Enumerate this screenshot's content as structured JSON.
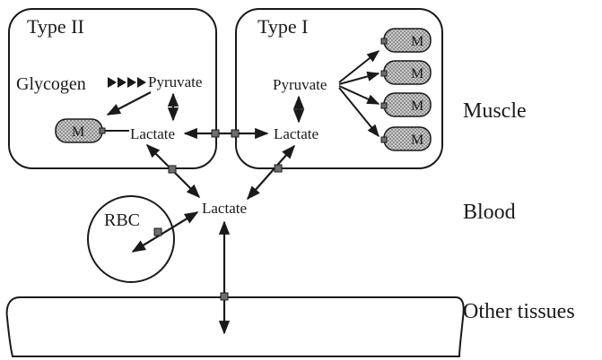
{
  "type2": {
    "title": "Type II",
    "glycogen": "Glycogen",
    "pyruvate": "Pyruvate",
    "lactate": "Lactate",
    "mito": "M"
  },
  "type1": {
    "title": "Type I",
    "pyruvate": "Pyruvate",
    "lactate": "Lactate",
    "mito": "M"
  },
  "blood": {
    "lactate": "Lactate",
    "rbc": "RBC"
  },
  "labels": {
    "muscle": "Muscle",
    "blood": "Blood",
    "other": "Other tissues"
  },
  "colors": {
    "ink": "#1a1a1a",
    "stipple": "#bdbdbd",
    "transporter": "#6e6e6e"
  }
}
